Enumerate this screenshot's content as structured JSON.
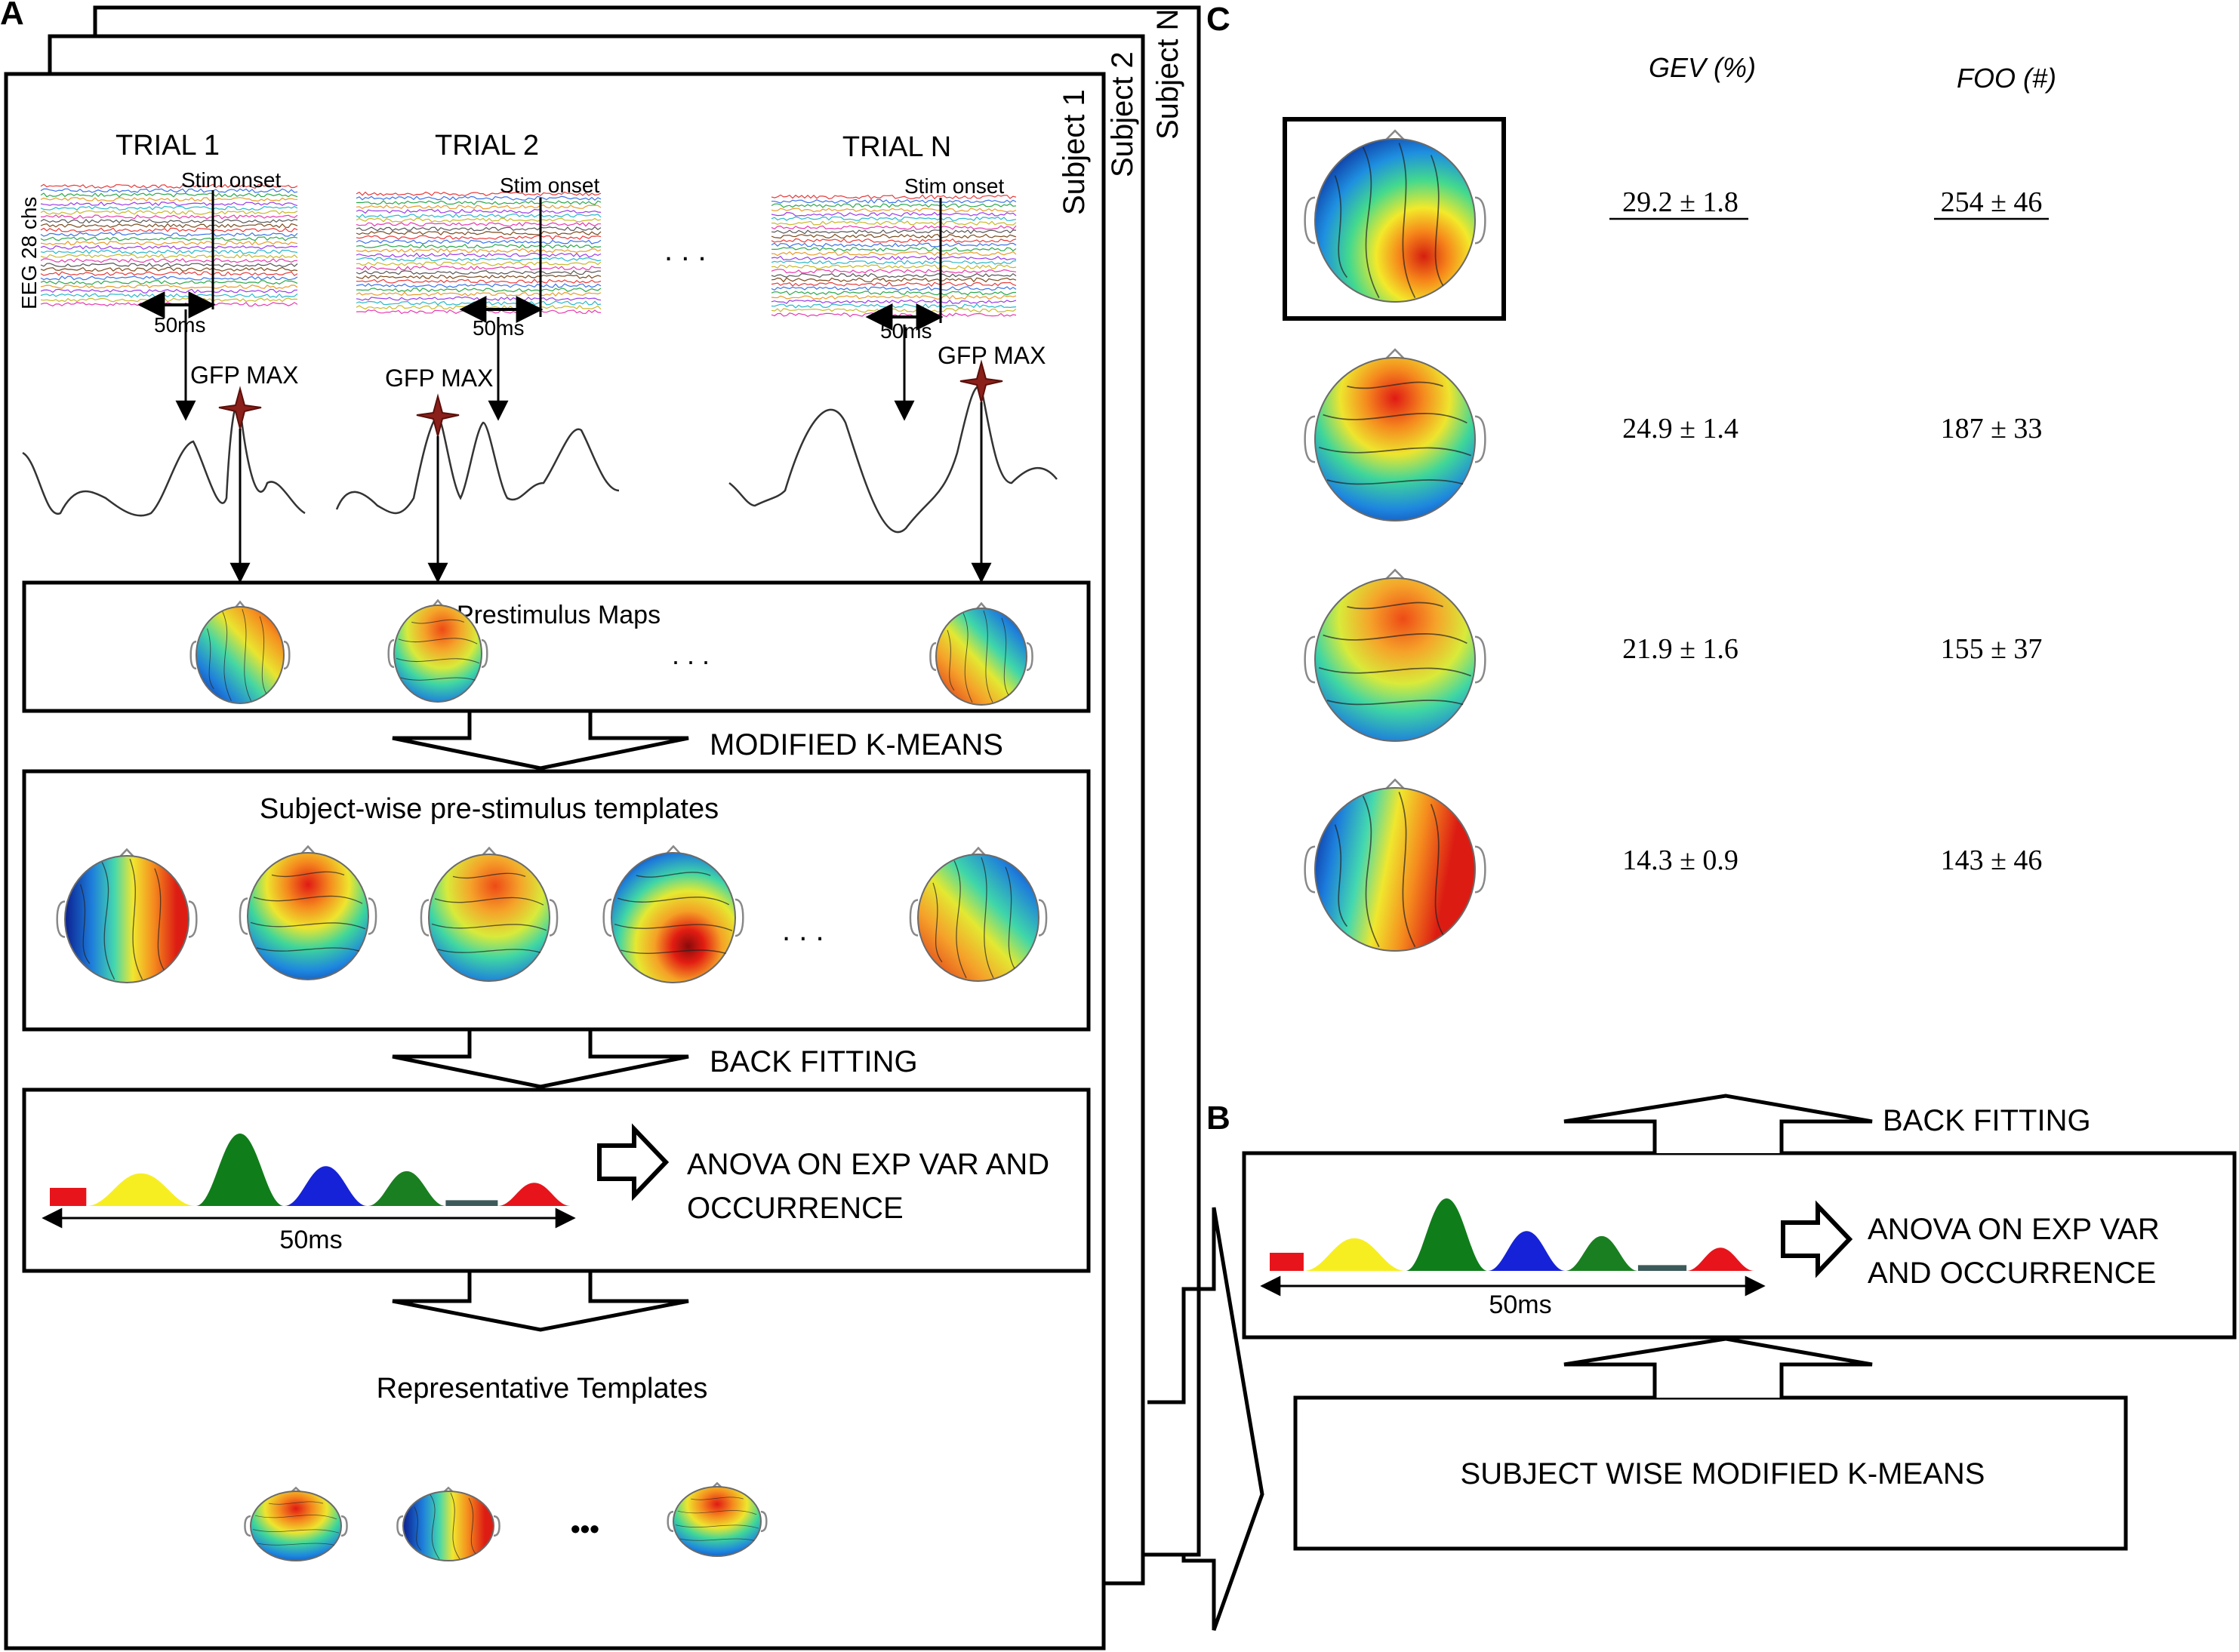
{
  "panels": {
    "a": "A",
    "b": "B",
    "c": "C"
  },
  "subjects": [
    "Subject 1",
    "Subject 2",
    "Subject N"
  ],
  "trials": [
    "TRIAL 1",
    "TRIAL 2",
    "TRIAL N"
  ],
  "eeg_label": "EEG 28 chs",
  "stim_onset": "Stim onset",
  "interval_50ms": "50ms",
  "gfp_max": "GFP MAX",
  "ellipsis_dots": ". . .",
  "ellipsis_bold": "•••",
  "prestimulus_maps": "Prestimulus Maps",
  "modified_kmeans": "MODIFIED K-MEANS",
  "subject_templates": "Subject-wise pre-stimulus templates",
  "back_fitting": "BACK FITTING",
  "anova_line1_a": "ANOVA ON EXP VAR AND",
  "anova_line2_a": "OCCURRENCE",
  "anova_line1_b": "ANOVA ON EXP VAR",
  "anova_line2_b": "AND OCCURRENCE",
  "representative_templates": "Representative Templates",
  "subject_wise_kmeans": "SUBJECT WISE MODIFIED K-MEANS",
  "microstate_colors": [
    "#e8141b",
    "#f7ee22",
    "#0f7d1a",
    "#1622d8",
    "#1a7f20",
    "#3c5a5a"
  ],
  "table": {
    "headers": [
      "GEV (%)",
      "FOO (#)"
    ],
    "rows": [
      {
        "gev": "29.2 ± 1.8",
        "foo": "254 ± 46",
        "underline": true
      },
      {
        "gev": "24.9 ± 1.4",
        "foo": "187 ± 33",
        "underline": false
      },
      {
        "gev": "21.9 ± 1.6",
        "foo": "155 ± 37",
        "underline": false
      },
      {
        "gev": "14.3 ± 0.9",
        "foo": "143 ± 46",
        "underline": false
      }
    ]
  }
}
